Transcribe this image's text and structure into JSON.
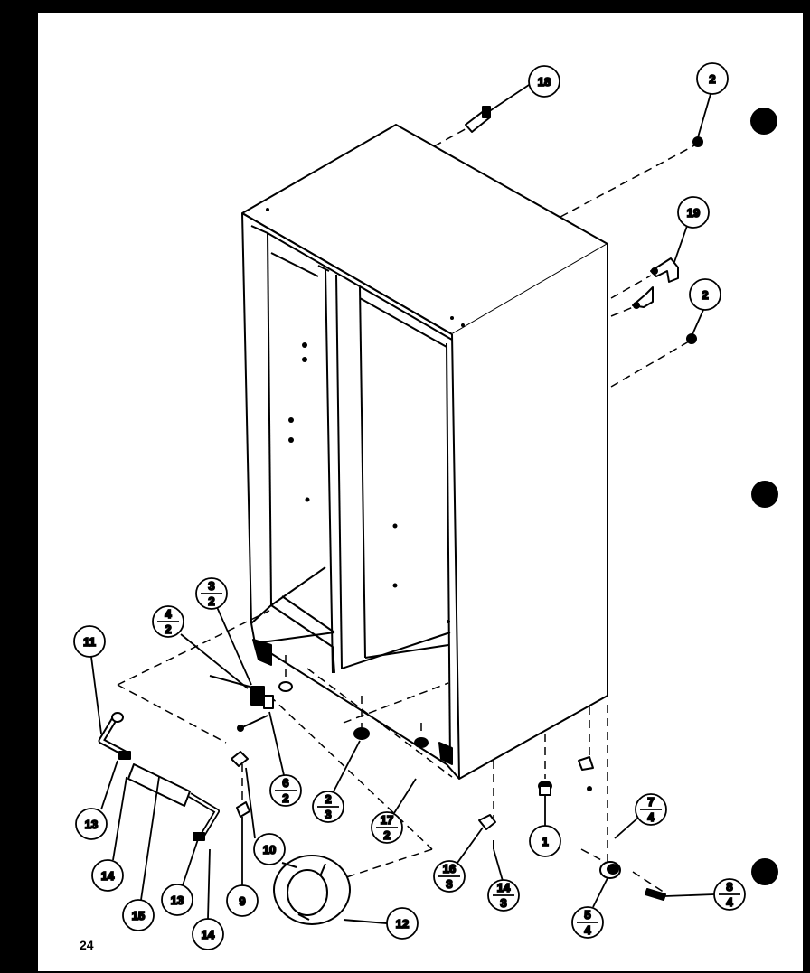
{
  "page": {
    "number": "24"
  },
  "callouts": [
    {
      "id": "c18",
      "label": "18"
    },
    {
      "id": "c2a",
      "label": "2"
    },
    {
      "id": "c19",
      "label": "19"
    },
    {
      "id": "c2b",
      "label": "2"
    },
    {
      "id": "c32",
      "top": "3",
      "bottom": "2"
    },
    {
      "id": "c42",
      "top": "4",
      "bottom": "2"
    },
    {
      "id": "c11",
      "label": "11"
    },
    {
      "id": "c62",
      "top": "6",
      "bottom": "2"
    },
    {
      "id": "c23",
      "top": "2",
      "bottom": "3"
    },
    {
      "id": "c172",
      "top": "17",
      "bottom": "2"
    },
    {
      "id": "c1",
      "label": "1"
    },
    {
      "id": "c74",
      "top": "7",
      "bottom": "4"
    },
    {
      "id": "c84",
      "top": "8",
      "bottom": "4"
    },
    {
      "id": "c54",
      "top": "5",
      "bottom": "4"
    },
    {
      "id": "c163",
      "top": "16",
      "bottom": "3"
    },
    {
      "id": "c143",
      "top": "14",
      "bottom": "3"
    },
    {
      "id": "c13a",
      "label": "13"
    },
    {
      "id": "c14a",
      "label": "14"
    },
    {
      "id": "c15",
      "label": "15"
    },
    {
      "id": "c13b",
      "label": "13"
    },
    {
      "id": "c14b",
      "label": "14"
    },
    {
      "id": "c9",
      "label": "9"
    },
    {
      "id": "c10",
      "label": "10"
    },
    {
      "id": "c12",
      "label": "12"
    }
  ]
}
